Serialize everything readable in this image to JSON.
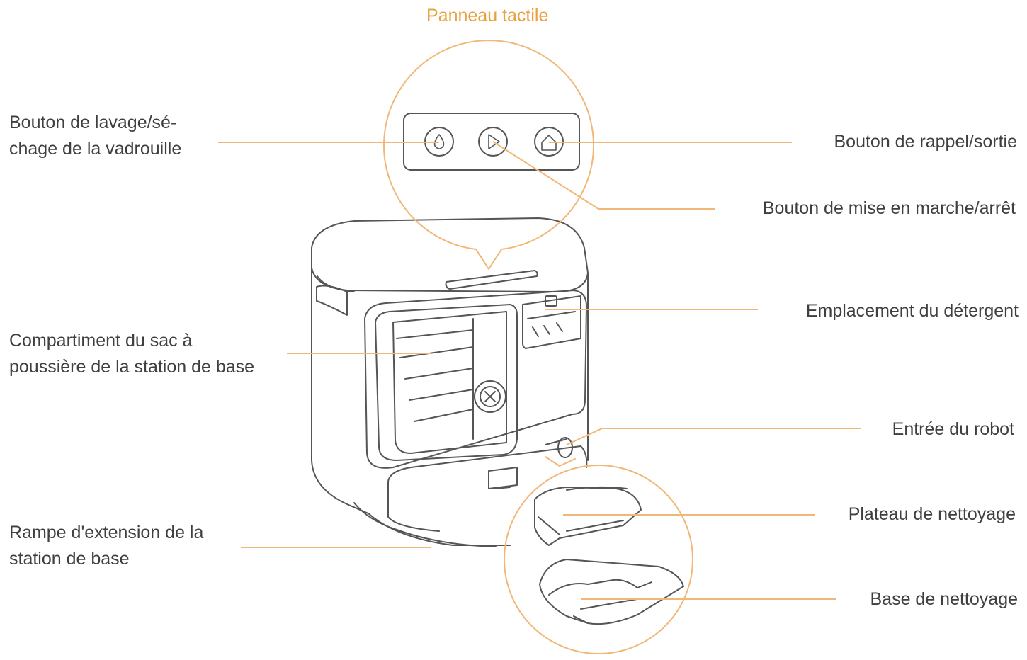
{
  "colors": {
    "accent": "#e8a13c",
    "leader": "#f1b777",
    "text": "#3f3f3f",
    "outline": "#555555"
  },
  "title": "Panneau tactile",
  "labels": {
    "mop_wash_dry": [
      "Bouton de lavage/sé-",
      "chage de la vadrouille"
    ],
    "recall_exit": "Bouton de rappel/sortie",
    "power": "Bouton de mise en marche/arrêt",
    "detergent": "Emplacement du détergent",
    "dust_bag": [
      "Compartiment du sac à",
      "poussière de la station de base"
    ],
    "robot_entry": "Entrée du robot",
    "ramp": [
      "Rampe d'extension de la",
      "station de base"
    ],
    "cleaning_tray": "Plateau de nettoyage",
    "cleaning_base": "Base de nettoyage"
  },
  "icons": [
    "mop-drop-icon",
    "play-icon",
    "home-icon"
  ]
}
